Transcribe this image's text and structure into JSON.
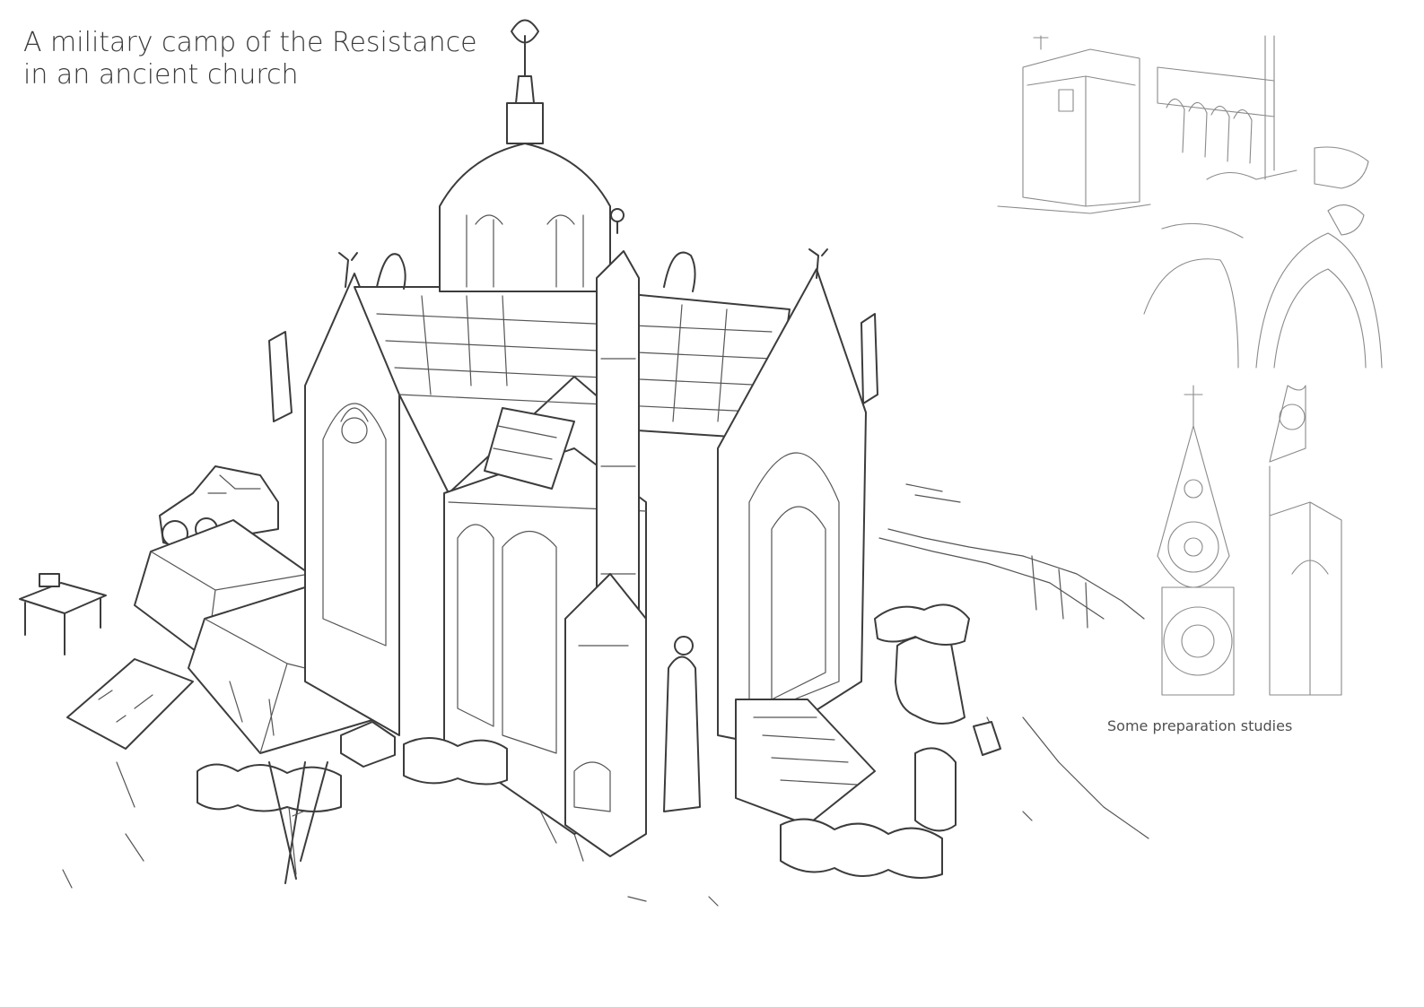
{
  "title": {
    "line1": "A military camp of the Resistance",
    "line2": "in an ancient church"
  },
  "studies": {
    "caption": "Some preparation studies"
  }
}
